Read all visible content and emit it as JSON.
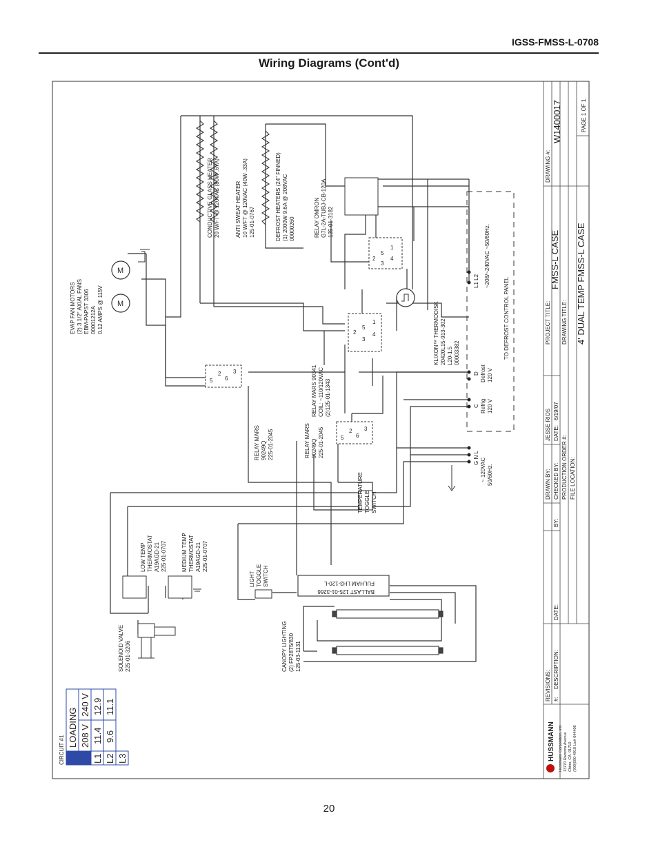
{
  "header": {
    "doc_code": "IGSS-FMSS-L-0708",
    "title": "Wiring Diagrams (Cont'd)"
  },
  "page_number": "20",
  "loading_table": {
    "circuit": "CIRCUIT #1",
    "title": "LOADING",
    "col1": "208 V",
    "col2": "240 V",
    "rows": [
      {
        "label": "L1",
        "v1": "11.4",
        "v2": "12.9"
      },
      {
        "label": "L2",
        "v1": "9.6",
        "v2": "11.1"
      },
      {
        "label": "L3",
        "v1": "",
        "v2": ""
      }
    ]
  },
  "labels": {
    "solenoid": [
      "SOLENOID VALVE",
      "225-01-3206"
    ],
    "canopy": [
      "CANOPY LIGHTING",
      "(2) FP28T5/830",
      "125-03-1131"
    ],
    "low_temp": [
      "LOW TEMP",
      "THERMOSTAT",
      "A19AGD-21",
      "225-01-0707"
    ],
    "medium_temp": [
      "MEDIUM TEMP",
      "THERMOSTAT",
      "A19AGD-21",
      "225-01-0707"
    ],
    "light_toggle": [
      "LIGHT",
      "TOGGLE",
      "SWITCH"
    ],
    "ballast": [
      "FULHAM LH3-120-L",
      "BALLAST 125-01-3266"
    ],
    "temp_toggle": [
      "TEMPERATURE",
      "TOGGLE",
      "SWITCH"
    ],
    "relay_mars_a": [
      "RELAY MARS",
      "90249Q",
      "225-01-2045"
    ],
    "relay_mars_b": [
      "RELAY MARS",
      "90249Q",
      "225-01-2045"
    ],
    "relay_mars_90341": [
      "RELAY MARS 90341",
      "COIL: ~110/120VAC",
      "(2)125-01-1343"
    ],
    "evap_fans": [
      "EVAP FAN MOTORS",
      "(2) 3 1/2\" AXIAL FANS",
      "EBM-PAPST 3306",
      "00001212A",
      "0.12 AMPS @ 115V"
    ],
    "conductive_glass": [
      "CONDUCTIVE GLASS HEATER",
      "20 W/FT @ 120VAC (80W .67A)"
    ],
    "anti_sweat": [
      "ANTI SWEAT HEATER",
      "10 W/FT @ 120VAC (40W .33A)",
      "125-01-0767"
    ],
    "defrost_heaters": [
      "DEFROST HEATERS (24\" FINNED)",
      "(1) 2000W 9.6A @ 208VAC",
      "00000260"
    ],
    "relay_omron": [
      "RELAY OMRON",
      "G7L-2A-TUBJ-CB-120A",
      "125-01-3182"
    ],
    "klixon": [
      "KLIXON™ THERMODISK",
      "20420L15-913-302",
      "L20-1.5",
      "00003382"
    ],
    "gnl": [
      "G N L",
      "~ 120VAC",
      "50/60Hz."
    ],
    "c_refrig": [
      "C",
      "Refrig",
      "120 V"
    ],
    "d_defrost": [
      "D",
      "Defrost",
      "120 V"
    ],
    "l1l2": [
      "L1 L2",
      "~208/~240VAC ~50/60Hz."
    ],
    "defrost_panel": "TO DEFROST CONTROL PANEL",
    "motor": "M"
  },
  "title_block": {
    "brand": "HUSSMANN",
    "company": [
      "Hussmann Corporation, Intl.",
      "13770 Ramona Avenue",
      "Chino, CA. 91710",
      "(909)590-4910    Lic# 644406"
    ],
    "revisions": "REVISIONS:",
    "rev_num": "#:",
    "description": "DESCRIPTION:",
    "date": "DATE:",
    "by": "BY:",
    "drawn_by": "DRAWN BY:",
    "drawn_by_val": "JESSE RIOS",
    "checked_by": "CHECKED BY:",
    "date2": "DATE:",
    "date2_val": "6/19/07",
    "production_order": "PRODUCTION ORDER #:",
    "file_location": "FILE LOCATION:",
    "project_title": "PROJECT TITLE:",
    "project_title_val": "FMSS-L CASE",
    "drawing_title": "DRAWING TITLE:",
    "drawing_title_val": "4' DUAL TEMP FMSS-L CASE",
    "drawing_num": "DRAWING #:",
    "drawing_num_val": "W1400017",
    "page": "PAGE 1 OF 1"
  }
}
